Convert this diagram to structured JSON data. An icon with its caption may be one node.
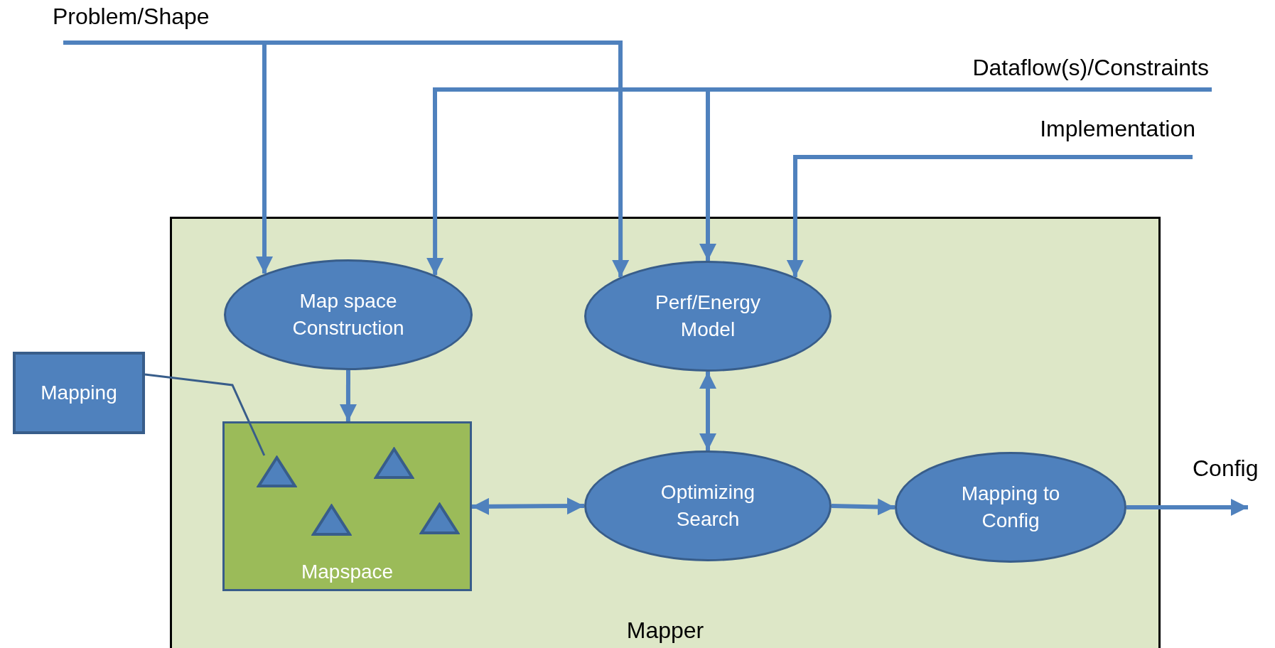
{
  "diagram": {
    "nodes": [
      {
        "text": [
          "Problem/Shape"
        ]
      },
      {
        "text": [
          "Dataflow(s)/Constraints"
        ]
      },
      {
        "text": [
          "Implementation"
        ]
      },
      {
        "text": [
          "Mapper"
        ]
      },
      {
        "text": [
          "Map space Construction"
        ],
        "in": 3
      },
      {
        "text": [
          "Perf/Energy Model"
        ],
        "in": 3
      },
      {
        "text": [
          "Mapping"
        ]
      },
      {
        "text": [
          "Mapspace"
        ],
        "in": 3
      },
      {
        "text": [],
        "shape": "triangle",
        "in": 7
      },
      {
        "text": [],
        "shape": "triangle",
        "in": 7
      },
      {
        "text": [],
        "shape": "triangle",
        "in": 7
      },
      {
        "text": [],
        "shape": "triangle",
        "in": 7
      },
      {
        "text": [
          "Optimizing Search"
        ],
        "in": 3
      },
      {
        "text": [
          "Mapping to Config"
        ],
        "in": 3
      },
      {
        "text": [
          "Config"
        ]
      }
    ],
    "edges": [
      {
        "from": 0,
        "to": 4,
        "arrow": "to"
      },
      {
        "from": 0,
        "to": 5,
        "arrow": "to"
      },
      {
        "from": 1,
        "to": 4,
        "arrow": "to"
      },
      {
        "from": 1,
        "to": 5,
        "arrow": "to"
      },
      {
        "from": 2,
        "to": 5,
        "arrow": "to"
      },
      {
        "from": 4,
        "to": 7,
        "arrow": "to"
      },
      {
        "from": 5,
        "to": 12,
        "arrow": "both"
      },
      {
        "from": 7,
        "to": 12,
        "arrow": "both"
      },
      {
        "from": 12,
        "to": 13,
        "arrow": "to"
      },
      {
        "from": 13,
        "to": 14,
        "arrow": "to"
      },
      {
        "from": 6,
        "to": 8,
        "arrow": "none"
      }
    ]
  }
}
